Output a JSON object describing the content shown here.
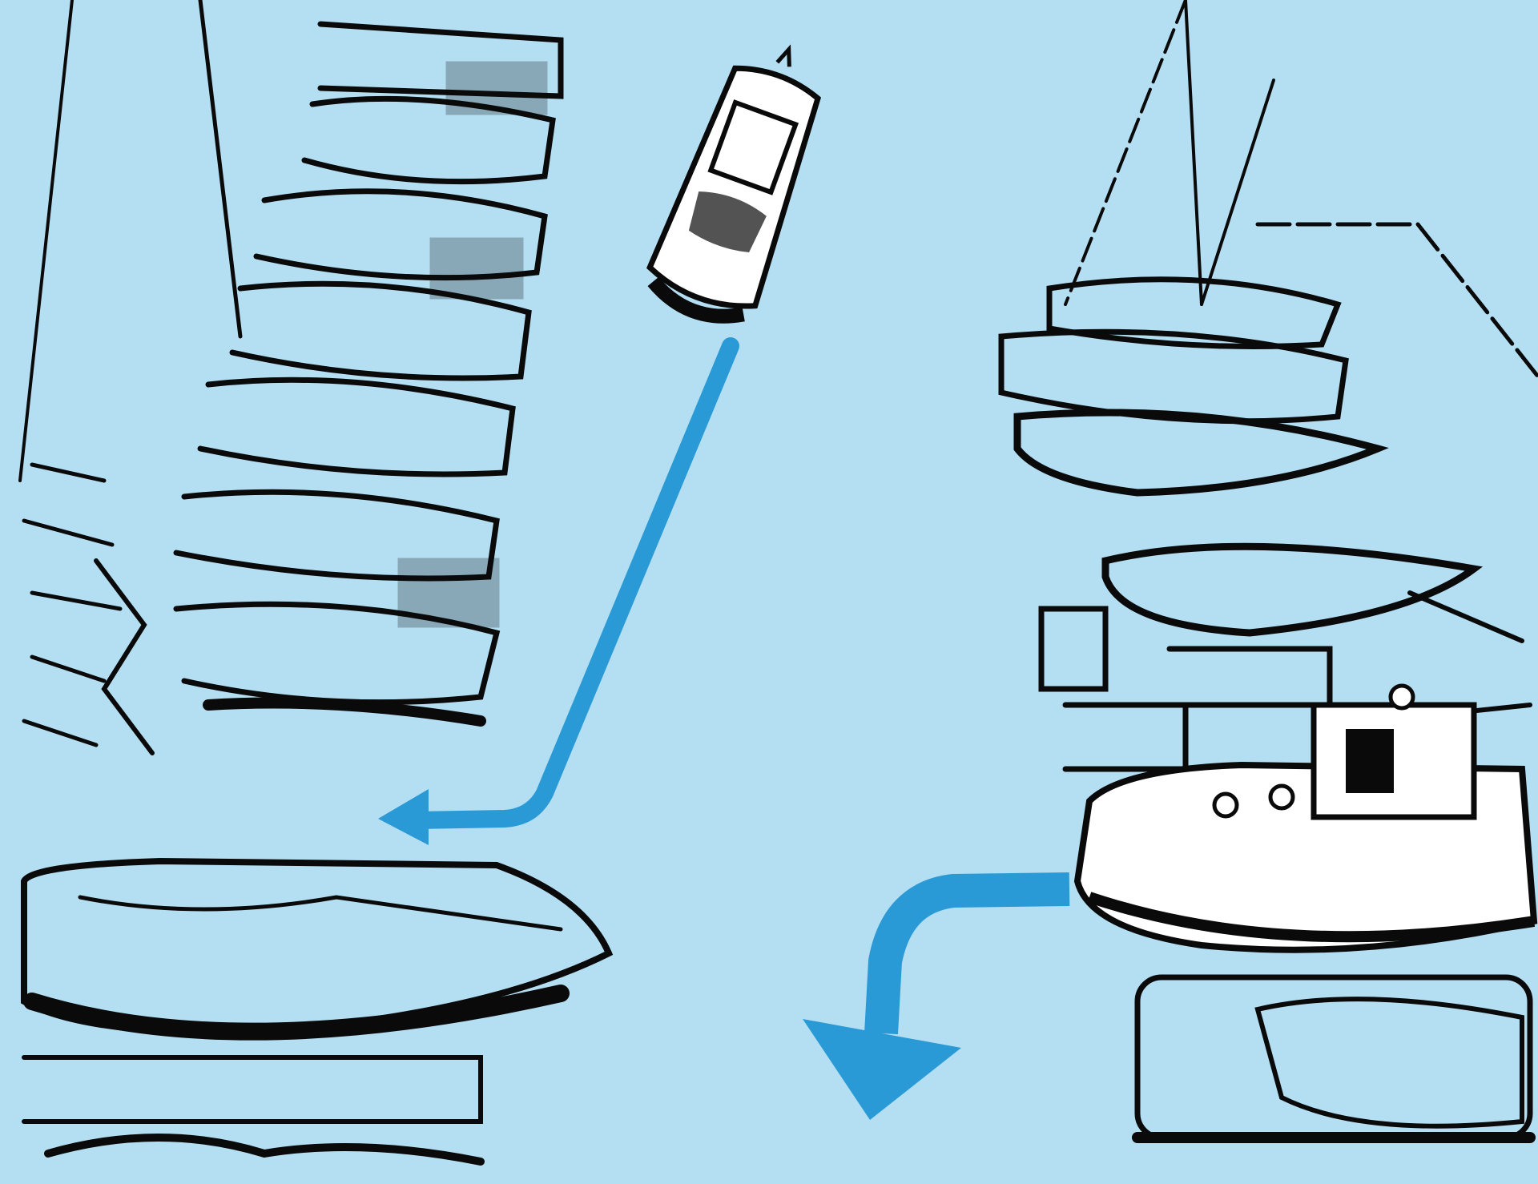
{
  "illustration": {
    "subject": "marina-boat-maneuvers",
    "colors": {
      "water": "#b4dff3",
      "arrow": "#2a9ad6",
      "ink": "#0a0a0a",
      "hull": "#ffffff"
    },
    "arrows": [
      {
        "name": "departing-boat-path",
        "direction": "down-left"
      },
      {
        "name": "berthed-boat-exit-path",
        "direction": "down-left"
      }
    ]
  }
}
